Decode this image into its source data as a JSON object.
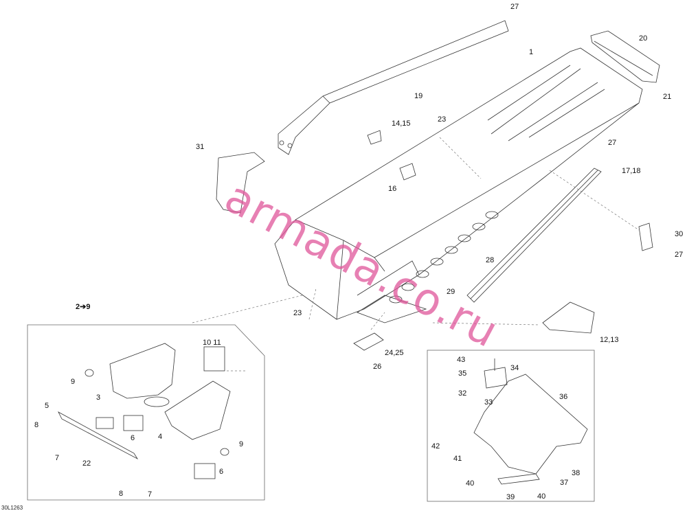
{
  "watermark": "armada.co.ru",
  "drawing_code": "30L1263",
  "inset_heading": "2➔9",
  "callouts": {
    "c27a": "27",
    "c20": "20",
    "c1": "1",
    "c21": "21",
    "c19": "19",
    "c23a": "23",
    "c14_15": "14,15",
    "c31": "31",
    "c27b": "27",
    "c17_18": "17,18",
    "c16": "16",
    "c30": "30",
    "c27c": "27",
    "c28": "28",
    "c29": "29",
    "c23b": "23",
    "c12_13": "12,13",
    "c10_11": "10 11",
    "c24_25": "24,25",
    "c26": "26",
    "c9a": "9",
    "c3": "3",
    "c5": "5",
    "c8a": "8",
    "c6a": "6",
    "c4": "4",
    "c9b": "9",
    "c7a": "7",
    "c22": "22",
    "c6b": "6",
    "c8b": "8",
    "c7b": "7",
    "c43": "43",
    "c34": "34",
    "c35": "35",
    "c32": "32",
    "c33": "33",
    "c36": "36",
    "c42": "42",
    "c41": "41",
    "c38": "38",
    "c40a": "40",
    "c37": "37",
    "c39": "39",
    "c40b": "40"
  }
}
